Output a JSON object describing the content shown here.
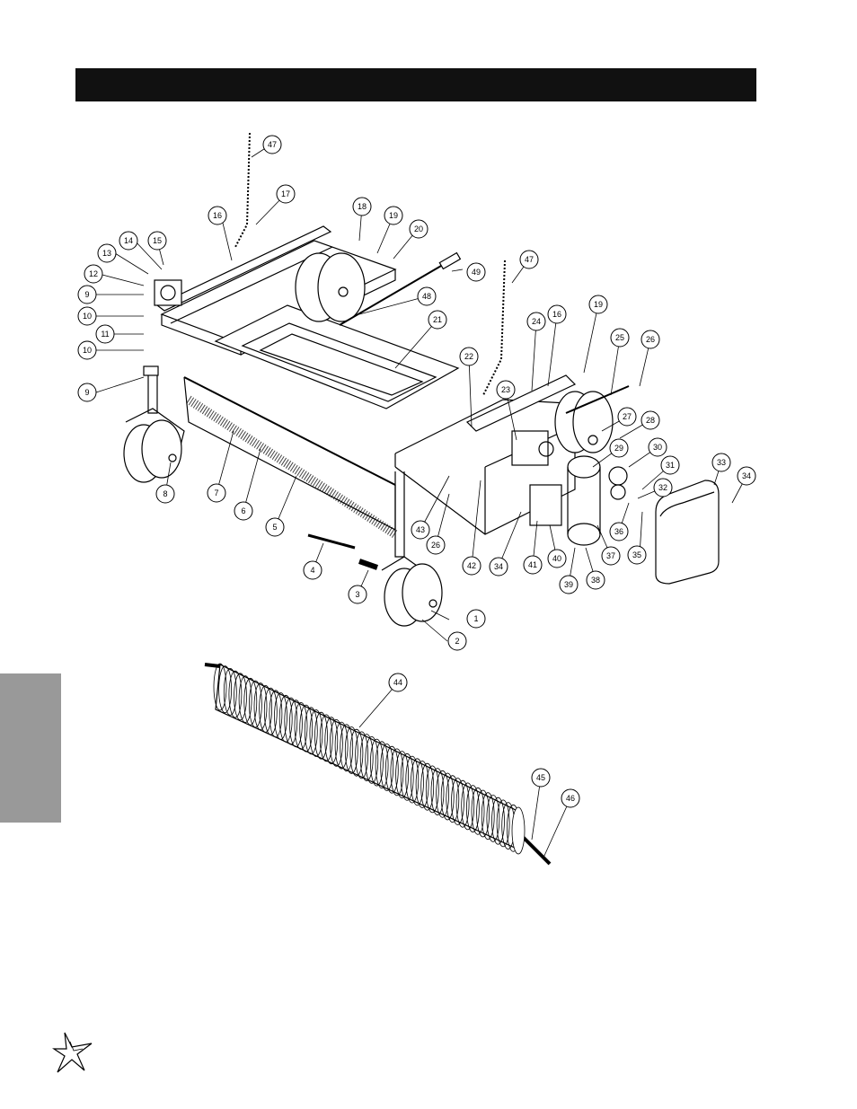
{
  "header": {
    "title": ""
  },
  "callouts": [
    {
      "id": "c1",
      "label": "1"
    },
    {
      "id": "c2",
      "label": "2"
    },
    {
      "id": "c3",
      "label": "3"
    },
    {
      "id": "c4",
      "label": "4"
    },
    {
      "id": "c5",
      "label": "5"
    },
    {
      "id": "c6",
      "label": "6"
    },
    {
      "id": "c7",
      "label": "7"
    },
    {
      "id": "c8",
      "label": "8"
    },
    {
      "id": "c9a",
      "label": "9"
    },
    {
      "id": "c9b",
      "label": "9"
    },
    {
      "id": "c10a",
      "label": "10"
    },
    {
      "id": "c10b",
      "label": "10"
    },
    {
      "id": "c11",
      "label": "11"
    },
    {
      "id": "c12",
      "label": "12"
    },
    {
      "id": "c13",
      "label": "13"
    },
    {
      "id": "c14",
      "label": "14"
    },
    {
      "id": "c15",
      "label": "15"
    },
    {
      "id": "c16a",
      "label": "16"
    },
    {
      "id": "c16b",
      "label": "16"
    },
    {
      "id": "c17",
      "label": "17"
    },
    {
      "id": "c18",
      "label": "18"
    },
    {
      "id": "c19a",
      "label": "19"
    },
    {
      "id": "c19b",
      "label": "19"
    },
    {
      "id": "c20",
      "label": "20"
    },
    {
      "id": "c21",
      "label": "21"
    },
    {
      "id": "c22",
      "label": "22"
    },
    {
      "id": "c23",
      "label": "23"
    },
    {
      "id": "c24",
      "label": "24"
    },
    {
      "id": "c25",
      "label": "25"
    },
    {
      "id": "c26a",
      "label": "26"
    },
    {
      "id": "c26b",
      "label": "26"
    },
    {
      "id": "c27",
      "label": "27"
    },
    {
      "id": "c28",
      "label": "28"
    },
    {
      "id": "c29",
      "label": "29"
    },
    {
      "id": "c30",
      "label": "30"
    },
    {
      "id": "c31",
      "label": "31"
    },
    {
      "id": "c32",
      "label": "32"
    },
    {
      "id": "c33",
      "label": "33"
    },
    {
      "id": "c34a",
      "label": "34"
    },
    {
      "id": "c34b",
      "label": "34"
    },
    {
      "id": "c35",
      "label": "35"
    },
    {
      "id": "c36",
      "label": "36"
    },
    {
      "id": "c37",
      "label": "37"
    },
    {
      "id": "c38",
      "label": "38"
    },
    {
      "id": "c39",
      "label": "39"
    },
    {
      "id": "c40",
      "label": "40"
    },
    {
      "id": "c41",
      "label": "41"
    },
    {
      "id": "c42",
      "label": "42"
    },
    {
      "id": "c43",
      "label": "43"
    },
    {
      "id": "c44",
      "label": "44"
    },
    {
      "id": "c45",
      "label": "45"
    },
    {
      "id": "c46",
      "label": "46"
    },
    {
      "id": "c47a",
      "label": "47"
    },
    {
      "id": "c47b",
      "label": "47"
    },
    {
      "id": "c48",
      "label": "48"
    },
    {
      "id": "c49",
      "label": "49"
    }
  ],
  "colors": {
    "header": "#111111",
    "side_tab": "#999999",
    "line": "#000000"
  },
  "icons": {
    "brand": "star-logo-icon"
  }
}
